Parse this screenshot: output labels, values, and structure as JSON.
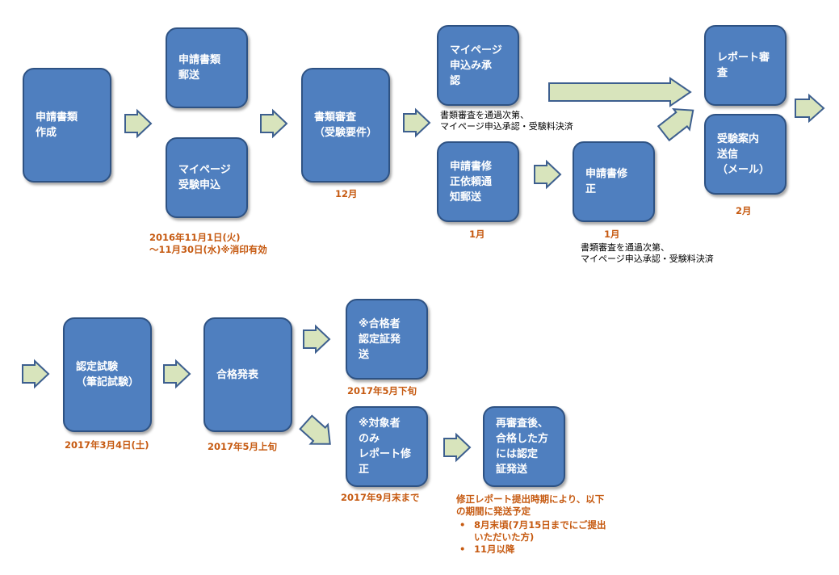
{
  "boxes": {
    "apply_doc": "申請書類\n作成",
    "mail_docs": "申請書類\n郵送",
    "mypage_apply": "マイページ\n受験申込",
    "doc_review": "書類審査\n（受験要件）",
    "mypage_approve": "マイページ\n申込み承\n認",
    "fix_request": "申請書修\n正依頼通\n知郵送",
    "fix_apply": "申請書修\n正",
    "report_review": "レポート審\n査",
    "exam_notice": "受験案内\n送信\n（メール）",
    "exam": "認定試験\n（筆記試験）",
    "result": "合格発表",
    "cert_send": "※合格者\n認定証発\n送",
    "report_fix": "※対象者\nのみ\nレポート修\n正",
    "rereview": "再審査後、\n合格した方\nには認定\n証発送"
  },
  "labels": {
    "period": "2016年11月1日(火)\n～11月30日(水)※消印有効",
    "dec": "12月",
    "jan1": "1月",
    "jan2": "1月",
    "feb": "2月",
    "mar4": "2017年3月4日(土)",
    "may_early": "2017年5月上旬",
    "may_late": "2017年5月下旬",
    "sep_end": "2017年9月末まで",
    "schedule_intro": "修正レポート提出時期により、以下\nの期間に発送予定"
  },
  "notes": {
    "note1": "書類審査を通過次第、\nマイページ申込承認・受験料決済",
    "note2": "書類審査を通過次第、\nマイページ申込承認・受験料決済"
  },
  "schedule_items": [
    "8月末頃(7月15日までにご提出\nいただいた方)",
    "11月以降"
  ],
  "colors": {
    "box_fill": "#4f7fbf",
    "box_border": "#2e5283",
    "arrow_fill": "#d8e4bc",
    "label_orange": "#c65a11"
  }
}
